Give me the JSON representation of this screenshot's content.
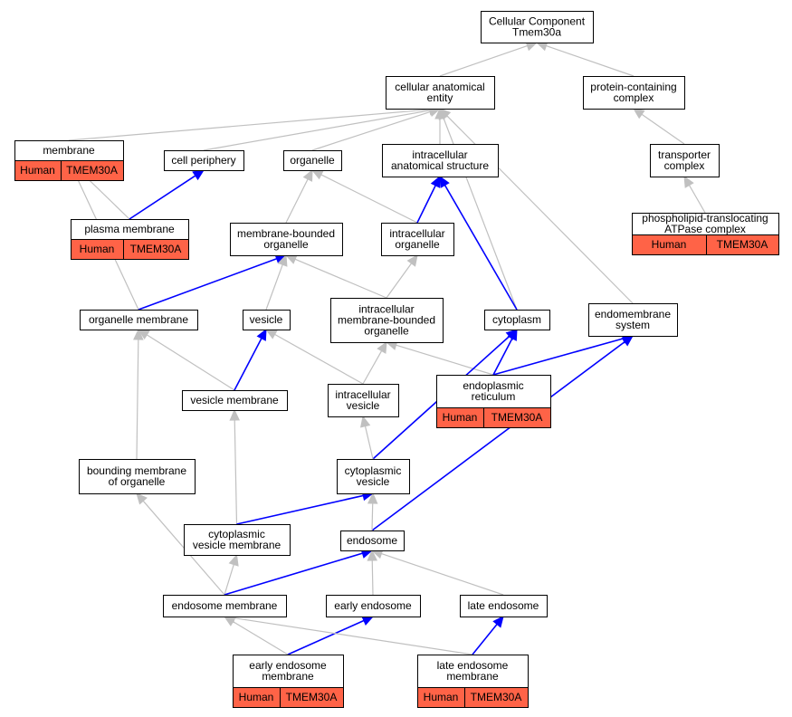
{
  "title": "Cellular Component Tmem30a",
  "colors": {
    "is_a_edge": "#c0c0c0",
    "part_of_edge": "#0000ff",
    "annotation_fill": "#ff6347",
    "node_border": "#000000"
  },
  "nodes": {
    "root": [
      "Cellular Component",
      "Tmem30a"
    ],
    "cellular_anatomical_entity": [
      "cellular anatomical",
      "entity"
    ],
    "protein_containing_complex": [
      "protein-containing",
      "complex"
    ],
    "membrane": [
      "membrane"
    ],
    "cell_periphery": [
      "cell periphery"
    ],
    "organelle": [
      "organelle"
    ],
    "intracellular_anatomical_structure": [
      "intracellular",
      "anatomical structure"
    ],
    "transporter_complex": [
      "transporter",
      "complex"
    ],
    "plasma_membrane": [
      "plasma membrane"
    ],
    "membrane_bounded_organelle": [
      "membrane-bounded",
      "organelle"
    ],
    "intracellular_organelle": [
      "intracellular",
      "organelle"
    ],
    "phospholipid_translocating_atpase_complex": [
      "phospholipid-translocating",
      "ATPase complex"
    ],
    "organelle_membrane": [
      "organelle membrane"
    ],
    "vesicle": [
      "vesicle"
    ],
    "intracellular_membrane_bounded_organelle": [
      "intracellular",
      "membrane-bounded",
      "organelle"
    ],
    "cytoplasm": [
      "cytoplasm"
    ],
    "endomembrane_system": [
      "endomembrane",
      "system"
    ],
    "vesicle_membrane": [
      "vesicle membrane"
    ],
    "intracellular_vesicle": [
      "intracellular",
      "vesicle"
    ],
    "endoplasmic_reticulum": [
      "endoplasmic",
      "reticulum"
    ],
    "bounding_membrane_of_organelle": [
      "bounding membrane",
      "of organelle"
    ],
    "cytoplasmic_vesicle": [
      "cytoplasmic",
      "vesicle"
    ],
    "cytoplasmic_vesicle_membrane": [
      "cytoplasmic",
      "vesicle membrane"
    ],
    "endosome": [
      "endosome"
    ],
    "endosome_membrane": [
      "endosome membrane"
    ],
    "early_endosome": [
      "early endosome"
    ],
    "late_endosome": [
      "late endosome"
    ],
    "early_endosome_membrane": [
      "early endosome",
      "membrane"
    ],
    "late_endosome_membrane": [
      "late endosome",
      "membrane"
    ]
  },
  "annotations": {
    "membrane": [
      "Human",
      "TMEM30A"
    ],
    "plasma_membrane": [
      "Human",
      "TMEM30A"
    ],
    "phospholipid_translocating_atpase_complex": [
      "Human",
      "TMEM30A"
    ],
    "endoplasmic_reticulum": [
      "Human",
      "TMEM30A"
    ],
    "early_endosome_membrane": [
      "Human",
      "TMEM30A"
    ],
    "late_endosome_membrane": [
      "Human",
      "TMEM30A"
    ]
  },
  "edges": [
    {
      "from": "cellular_anatomical_entity",
      "to": "root",
      "type": "is_a"
    },
    {
      "from": "protein_containing_complex",
      "to": "root",
      "type": "is_a"
    },
    {
      "from": "membrane",
      "to": "cellular_anatomical_entity",
      "type": "is_a"
    },
    {
      "from": "cell_periphery",
      "to": "cellular_anatomical_entity",
      "type": "is_a"
    },
    {
      "from": "organelle",
      "to": "cellular_anatomical_entity",
      "type": "is_a"
    },
    {
      "from": "intracellular_anatomical_structure",
      "to": "cellular_anatomical_entity",
      "type": "is_a"
    },
    {
      "from": "cytoplasm",
      "to": "cellular_anatomical_entity",
      "type": "is_a"
    },
    {
      "from": "endomembrane_system",
      "to": "cellular_anatomical_entity",
      "type": "is_a"
    },
    {
      "from": "transporter_complex",
      "to": "protein_containing_complex",
      "type": "is_a"
    },
    {
      "from": "phospholipid_translocating_atpase_complex",
      "to": "transporter_complex",
      "type": "is_a"
    },
    {
      "from": "plasma_membrane",
      "to": "membrane",
      "type": "is_a"
    },
    {
      "from": "plasma_membrane",
      "to": "cell_periphery",
      "type": "part_of"
    },
    {
      "from": "organelle_membrane",
      "to": "membrane",
      "type": "is_a"
    },
    {
      "from": "membrane_bounded_organelle",
      "to": "organelle",
      "type": "is_a"
    },
    {
      "from": "intracellular_organelle",
      "to": "organelle",
      "type": "is_a"
    },
    {
      "from": "intracellular_organelle",
      "to": "intracellular_anatomical_structure",
      "type": "part_of"
    },
    {
      "from": "cytoplasm",
      "to": "intracellular_anatomical_structure",
      "type": "part_of"
    },
    {
      "from": "organelle_membrane",
      "to": "membrane_bounded_organelle",
      "type": "part_of"
    },
    {
      "from": "vesicle",
      "to": "membrane_bounded_organelle",
      "type": "is_a"
    },
    {
      "from": "intracellular_membrane_bounded_organelle",
      "to": "membrane_bounded_organelle",
      "type": "is_a"
    },
    {
      "from": "intracellular_membrane_bounded_organelle",
      "to": "intracellular_organelle",
      "type": "is_a"
    },
    {
      "from": "vesicle_membrane",
      "to": "organelle_membrane",
      "type": "is_a"
    },
    {
      "from": "bounding_membrane_of_organelle",
      "to": "organelle_membrane",
      "type": "is_a"
    },
    {
      "from": "vesicle_membrane",
      "to": "vesicle",
      "type": "part_of"
    },
    {
      "from": "intracellular_vesicle",
      "to": "vesicle",
      "type": "is_a"
    },
    {
      "from": "intracellular_vesicle",
      "to": "intracellular_membrane_bounded_organelle",
      "type": "is_a"
    },
    {
      "from": "endoplasmic_reticulum",
      "to": "intracellular_membrane_bounded_organelle",
      "type": "is_a"
    },
    {
      "from": "endoplasmic_reticulum",
      "to": "cytoplasm",
      "type": "part_of"
    },
    {
      "from": "endoplasmic_reticulum",
      "to": "endomembrane_system",
      "type": "part_of"
    },
    {
      "from": "cytoplasmic_vesicle",
      "to": "cytoplasm",
      "type": "part_of"
    },
    {
      "from": "endosome",
      "to": "endomembrane_system",
      "type": "part_of"
    },
    {
      "from": "cytoplasmic_vesicle",
      "to": "intracellular_vesicle",
      "type": "is_a"
    },
    {
      "from": "cytoplasmic_vesicle_membrane",
      "to": "vesicle_membrane",
      "type": "is_a"
    },
    {
      "from": "cytoplasmic_vesicle_membrane",
      "to": "cytoplasmic_vesicle",
      "type": "part_of"
    },
    {
      "from": "endosome",
      "to": "cytoplasmic_vesicle",
      "type": "is_a"
    },
    {
      "from": "endosome_membrane",
      "to": "bounding_membrane_of_organelle",
      "type": "is_a"
    },
    {
      "from": "endosome_membrane",
      "to": "cytoplasmic_vesicle_membrane",
      "type": "is_a"
    },
    {
      "from": "endosome_membrane",
      "to": "endosome",
      "type": "part_of"
    },
    {
      "from": "early_endosome",
      "to": "endosome",
      "type": "is_a"
    },
    {
      "from": "late_endosome",
      "to": "endosome",
      "type": "is_a"
    },
    {
      "from": "early_endosome_membrane",
      "to": "endosome_membrane",
      "type": "is_a"
    },
    {
      "from": "early_endosome_membrane",
      "to": "early_endosome",
      "type": "part_of"
    },
    {
      "from": "late_endosome_membrane",
      "to": "endosome_membrane",
      "type": "is_a"
    },
    {
      "from": "late_endosome_membrane",
      "to": "late_endosome",
      "type": "part_of"
    }
  ]
}
